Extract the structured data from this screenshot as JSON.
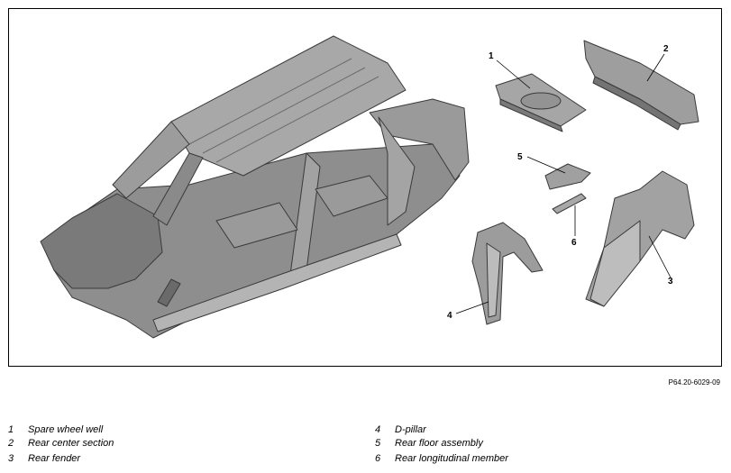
{
  "figure_ref": "P64.20-6029-09",
  "callouts": [
    "1",
    "2",
    "3",
    "4",
    "5",
    "6"
  ],
  "legend": [
    {
      "num": "1",
      "label": "Spare wheel well"
    },
    {
      "num": "2",
      "label": "Rear center section"
    },
    {
      "num": "3",
      "label": "Rear fender"
    },
    {
      "num": "4",
      "label": "D-pillar"
    },
    {
      "num": "5",
      "label": "Rear floor assembly"
    },
    {
      "num": "6",
      "label": "Rear longitudinal member"
    }
  ],
  "colors": {
    "body_fill": "#9a9a9a",
    "body_dark": "#6e6e6e",
    "body_light": "#c4c4c4",
    "line": "#000000"
  }
}
